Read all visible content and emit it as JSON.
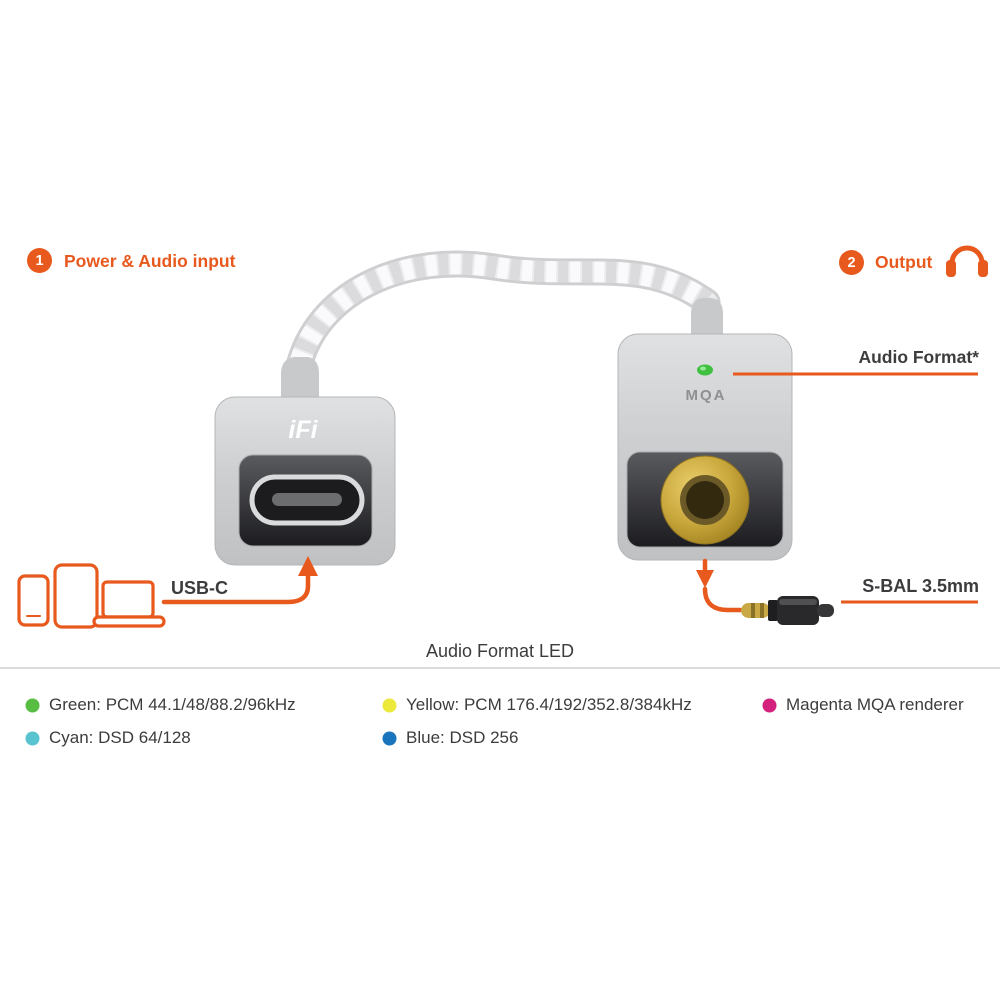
{
  "colors": {
    "accent": "#E8591D",
    "text": "#3C3C3E",
    "device_body": "#CDCFD1",
    "led_green": "#3FC13F",
    "gold": "#C9A83C"
  },
  "steps": {
    "input": {
      "number": "1",
      "label": "Power & Audio input"
    },
    "output": {
      "number": "2",
      "label": "Output"
    }
  },
  "callouts": {
    "audio_format": "Audio Format*",
    "usb_c": "USB-C",
    "s_bal": "S-BAL 3.5mm"
  },
  "device": {
    "brand": "iFi",
    "codec_label": "MQA"
  },
  "legend": {
    "title": "Audio Format LED",
    "items": [
      {
        "name": "green",
        "color": "#58BD43",
        "label": "Green: PCM 44.1/48/88.2/96kHz"
      },
      {
        "name": "yellow",
        "color": "#EDE93B",
        "label": "Yellow: PCM 176.4/192/352.8/384kHz"
      },
      {
        "name": "magenta",
        "color": "#D4217E",
        "label": "Magenta MQA renderer"
      },
      {
        "name": "cyan",
        "color": "#59C4CF",
        "label": "Cyan: DSD 64/128"
      },
      {
        "name": "blue",
        "color": "#1B75BC",
        "label": "Blue: DSD 256"
      }
    ]
  }
}
